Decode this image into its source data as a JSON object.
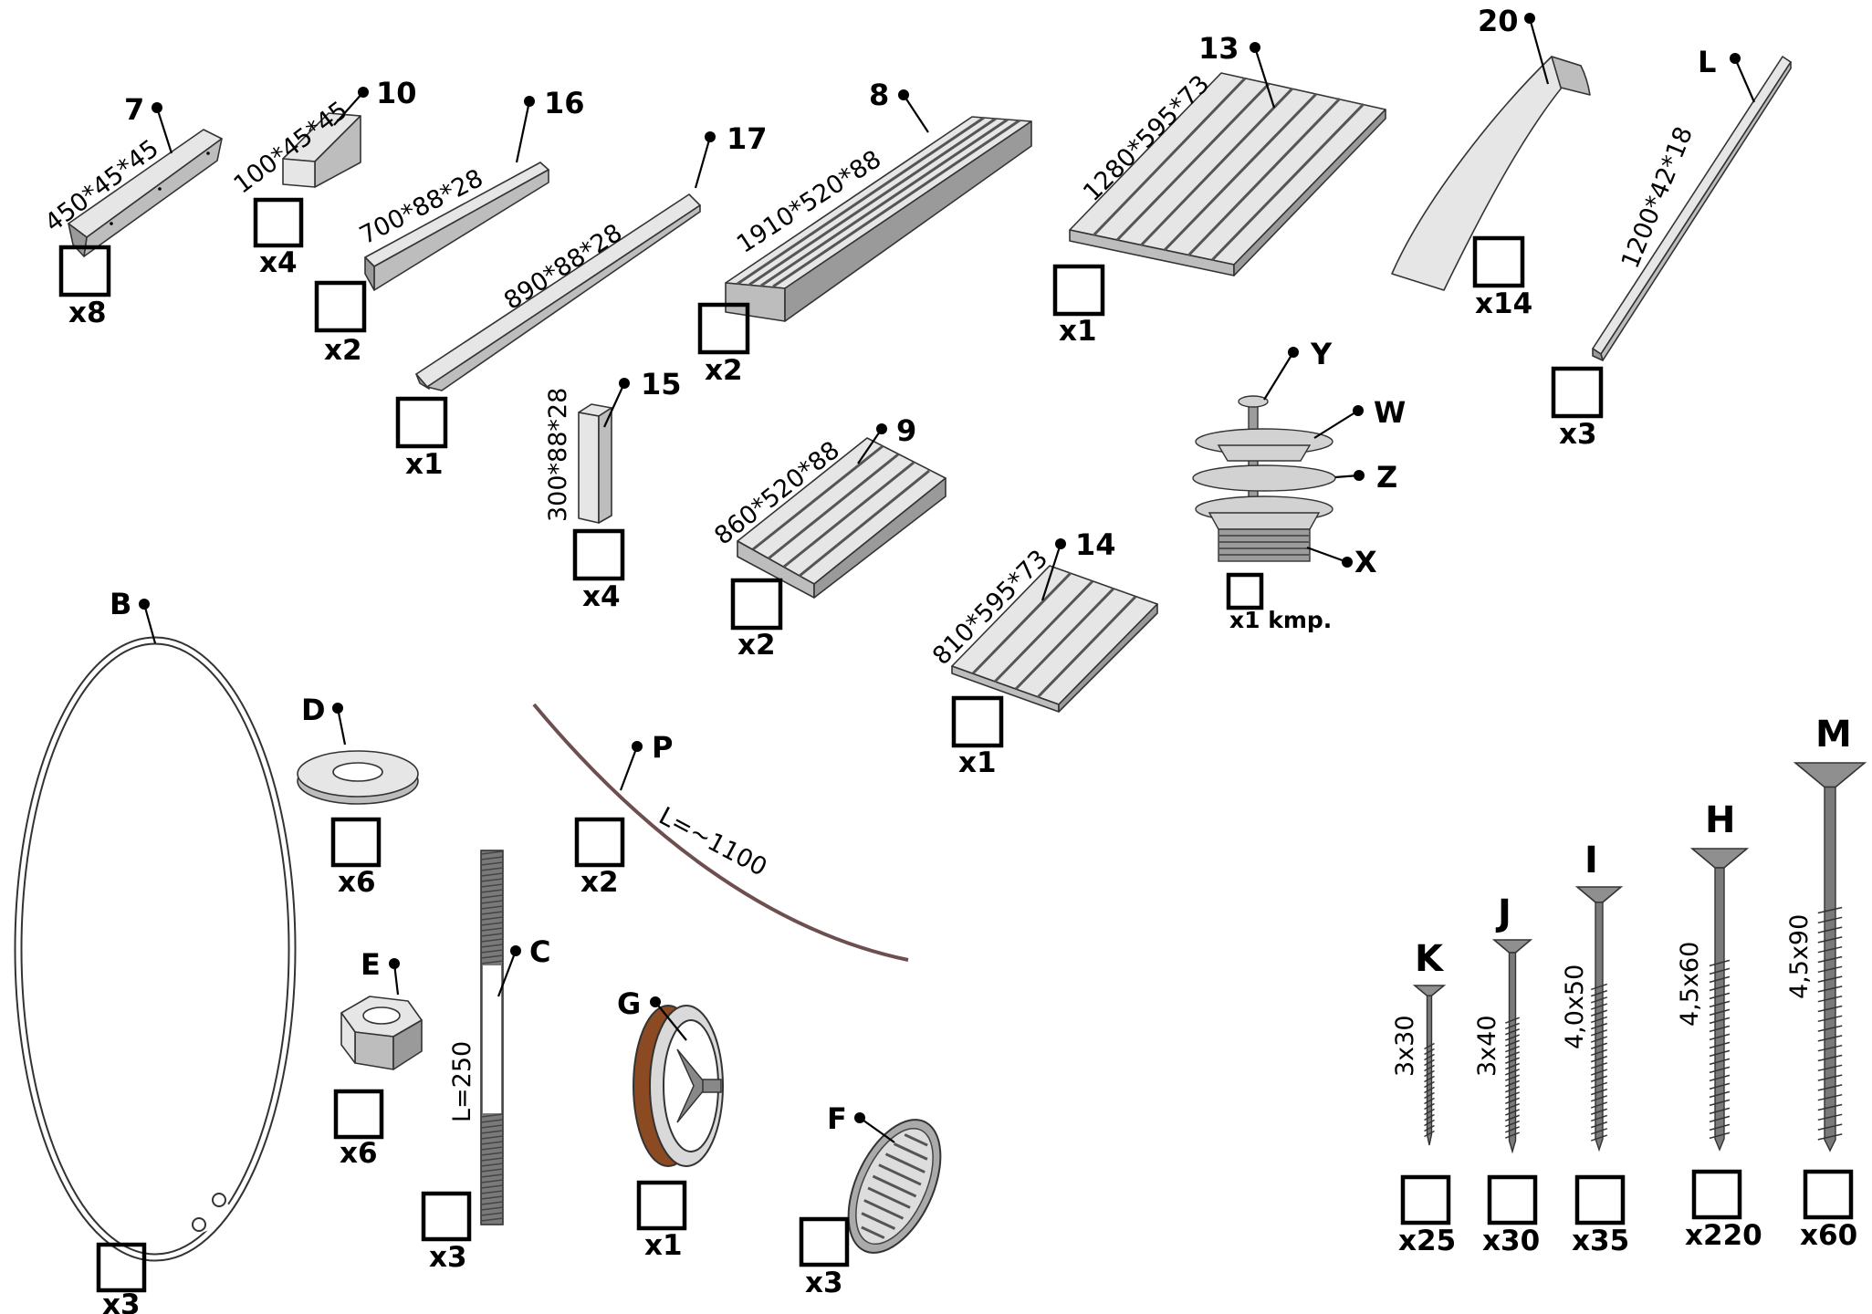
{
  "parts": {
    "p7": {
      "id": "7",
      "dim": "450*45*45",
      "qty": "x8"
    },
    "p10": {
      "id": "10",
      "dim": "100*45*45",
      "qty": "x4"
    },
    "p16": {
      "id": "16",
      "dim": "700*88*28",
      "qty": "x2"
    },
    "p17": {
      "id": "17",
      "dim": "890*88*28",
      "qty": "x1"
    },
    "p15": {
      "id": "15",
      "dim": "300*88*28",
      "qty": "x4"
    },
    "p8": {
      "id": "8",
      "dim": "1910*520*88",
      "qty": "x2"
    },
    "p9": {
      "id": "9",
      "dim": "860*520*88",
      "qty": "x2"
    },
    "p13": {
      "id": "13",
      "dim": "1280*595*73",
      "qty": "x1"
    },
    "p14": {
      "id": "14",
      "dim": "810*595*73",
      "qty": "x1"
    },
    "p20": {
      "id": "20",
      "qty": "x14"
    },
    "pL": {
      "id": "L",
      "dim": "1200*42*18",
      "qty": "x3"
    },
    "drain": {
      "y": "Y",
      "w": "W",
      "z": "Z",
      "x": "X",
      "qty": "x1 kmp."
    },
    "pB": {
      "id": "B",
      "qty": "x3"
    },
    "pD": {
      "id": "D",
      "qty": "x6"
    },
    "pE": {
      "id": "E",
      "qty": "x6"
    },
    "pC": {
      "id": "C",
      "dim": "L=250",
      "qty": "x3"
    },
    "pP": {
      "id": "P",
      "dim": "L=~1100",
      "qty": "x2"
    },
    "pG": {
      "id": "G",
      "qty": "x1"
    },
    "pF": {
      "id": "F",
      "qty": "x3"
    },
    "screws": [
      {
        "id": "K",
        "size": "3x30",
        "qty": "x25"
      },
      {
        "id": "J",
        "size": "3x40",
        "qty": "x30"
      },
      {
        "id": "I",
        "size": "4,0x50",
        "qty": "x35"
      },
      {
        "id": "H",
        "size": "4,5x60",
        "qty": "x220"
      },
      {
        "id": "M",
        "size": "4,5x90",
        "qty": "x60"
      }
    ]
  }
}
